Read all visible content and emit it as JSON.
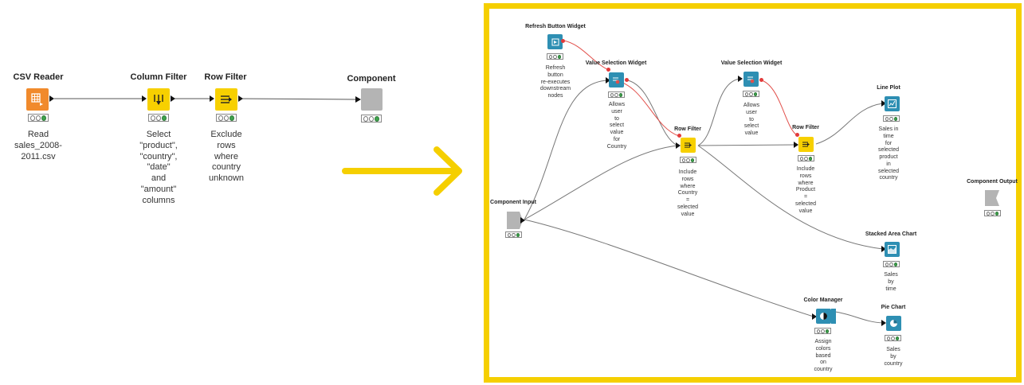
{
  "colors": {
    "frame": "#f5cf00",
    "arrow": "#f5cf00",
    "reader": "#f18a2c",
    "manipulator": "#f7d000",
    "widget": "#2e8fb3",
    "component": "#b4b4b4",
    "flow_variable": "#e23b3b",
    "status_ok": "#3fa34d"
  },
  "left_workflow": {
    "csv_reader": {
      "title": "CSV Reader",
      "description": "Read\nsales_2008-2011.csv",
      "icon": "table-arrow-icon"
    },
    "column_filter": {
      "title": "Column Filter",
      "description": "Select \"product\",\n\"country\", \"date\"\nand \"amount\"\ncolumns",
      "icon": "column-filter-icon"
    },
    "row_filter": {
      "title": "Row Filter",
      "description": "Exclude rows\nwhere country\nunknown",
      "icon": "row-filter-icon"
    },
    "component": {
      "title": "Component",
      "description": "",
      "icon": "component-icon"
    }
  },
  "component_workflow": {
    "refresh_button_widget": {
      "title": "Refresh Button Widget",
      "description": "Refresh button\nre-executes\ndownstream nodes",
      "icon": "refresh-widget-icon"
    },
    "value_selection_widget_1": {
      "title": "Value Selection Widget",
      "description": "Allows user\nto select value\nfor Country",
      "icon": "value-selection-icon"
    },
    "value_selection_widget_2": {
      "title": "Value Selection Widget",
      "description": "Allows user\nto select value",
      "icon": "value-selection-icon"
    },
    "row_filter_1": {
      "title": "Row Filter",
      "description": "Include rows\nwhere\nCountry = selected value",
      "icon": "row-filter-icon"
    },
    "row_filter_2": {
      "title": "Row Filter",
      "description": "Include rows\nwhere\nProduct = selected value",
      "icon": "row-filter-icon"
    },
    "line_plot": {
      "title": "Line Plot",
      "description": "Sales in time\nfor selected product\nin selected country",
      "icon": "line-plot-icon"
    },
    "component_input": {
      "title": "Component Input",
      "description": "",
      "icon": "component-input-icon"
    },
    "component_output": {
      "title": "Component Output",
      "description": "",
      "icon": "component-output-icon"
    },
    "stacked_area_chart": {
      "title": "Stacked Area Chart",
      "description": "Sales\nby time",
      "icon": "stacked-area-icon"
    },
    "color_manager": {
      "title": "Color Manager",
      "description": "Assign colors\nbased on country",
      "icon": "color-manager-icon"
    },
    "pie_chart": {
      "title": "Pie Chart",
      "description": "Sales by country",
      "icon": "pie-chart-icon"
    }
  }
}
